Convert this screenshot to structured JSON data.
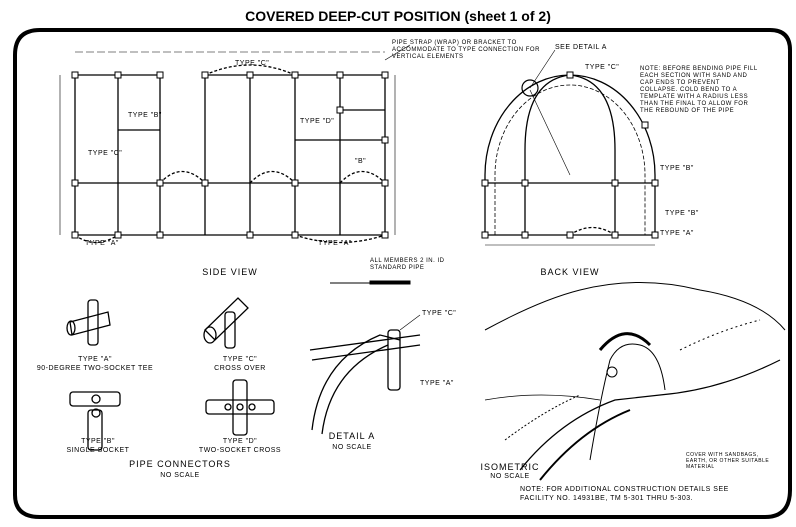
{
  "title": "COVERED DEEP-CUT POSITION (sheet 1 of 2)",
  "side_view": {
    "caption": "SIDE VIEW",
    "strap_note": "PIPE STRAP (WRAP) OR BRACKET TO ACCOMMODATE TO TYPE CONNECTION FOR VERTICAL ELEMENTS",
    "members_note": "ALL MEMBERS 2 IN. ID STANDARD PIPE",
    "labels": [
      "TYPE \"A\"",
      "TYPE \"B\"",
      "TYPE \"C\"",
      "TYPE \"D\"",
      "TYPE \"A\"",
      "\"B\"",
      "TYPE \"C\""
    ]
  },
  "back_view": {
    "caption": "BACK VIEW",
    "detail_ref": "SEE DETAIL A",
    "type_labels": [
      "TYPE \"C\"",
      "TYPE \"B\"",
      "TYPE \"B\"",
      "TYPE \"A\""
    ],
    "note": "NOTE: BEFORE BENDING PIPE FILL EACH SECTION WITH SAND AND CAP ENDS TO PREVENT COLLAPSE. COLD BEND TO A TEMPLATE WITH A RADIUS LESS THAN THE FINAL TO ALLOW FOR THE REBOUND OF THE PIPE"
  },
  "connectors": {
    "heading": "PIPE CONNECTORS",
    "scale": "NO SCALE",
    "items": [
      {
        "type": "TYPE \"A\"",
        "desc": "90-DEGREE TWO-SOCKET TEE"
      },
      {
        "type": "TYPE \"C\"",
        "desc": "CROSS OVER"
      },
      {
        "type": "TYPE \"B\"",
        "desc": "SINGLE SOCKET"
      },
      {
        "type": "TYPE \"D\"",
        "desc": "TWO-SOCKET CROSS"
      }
    ]
  },
  "detail_a": {
    "caption": "DETAIL A",
    "scale": "NO SCALE",
    "label_top": "TYPE \"C\"",
    "label_mid": "TYPE \"A\""
  },
  "isometric": {
    "caption": "ISOMETRIC",
    "scale": "NO SCALE",
    "callout": "COVER WITH SANDBAGS, EARTH, OR OTHER SUITABLE MATERIAL",
    "note": "NOTE: FOR ADDITIONAL CONSTRUCTION DETAILS SEE FACILITY NO. 14931BE, TM 5-301 THRU 5-303."
  }
}
